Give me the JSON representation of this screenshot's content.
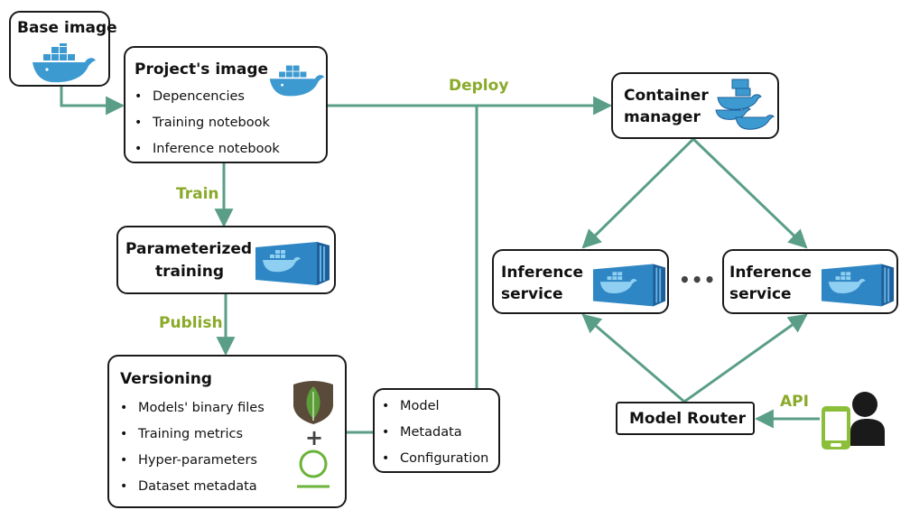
{
  "colors": {
    "arrow": "#5a9e87",
    "label": "#8aaa2a",
    "docker": "#3d9ad1",
    "mongo_leaf": "#5b9b3a",
    "mongo_bg": "#5a4a3a",
    "phone": "#8bbf3a",
    "person": "#1a1a1a"
  },
  "nodes": {
    "base_image": {
      "title": "Base image"
    },
    "project_image": {
      "title": "Project's image",
      "items": [
        "Depencencies",
        "Training notebook",
        "Inference notebook"
      ]
    },
    "parameterized_training": {
      "title_line1": "Parameterized",
      "title_line2": "training"
    },
    "versioning": {
      "title": "Versioning",
      "items": [
        "Models' binary files",
        "Training metrics",
        "Hyper-parameters",
        "Dataset metadata"
      ]
    },
    "artifacts": {
      "items": [
        "Model",
        "Metadata",
        "Configuration"
      ]
    },
    "container_manager": {
      "title_line1": "Container",
      "title_line2": "manager"
    },
    "inference_left": {
      "title_line1": "Inference",
      "title_line2": "service"
    },
    "inference_right": {
      "title_line1": "Inference",
      "title_line2": "service"
    },
    "model_router": {
      "title": "Model Router"
    }
  },
  "edges": {
    "deploy": "Deploy",
    "train": "Train",
    "publish": "Publish",
    "api": "API"
  },
  "ellipsis": "•••",
  "plus": "+",
  "icons": [
    "docker-whale-icon",
    "docker-swarm-icon",
    "shipping-container-icon",
    "mongodb-leaf-icon",
    "circle-icon",
    "phone-icon",
    "person-icon"
  ]
}
